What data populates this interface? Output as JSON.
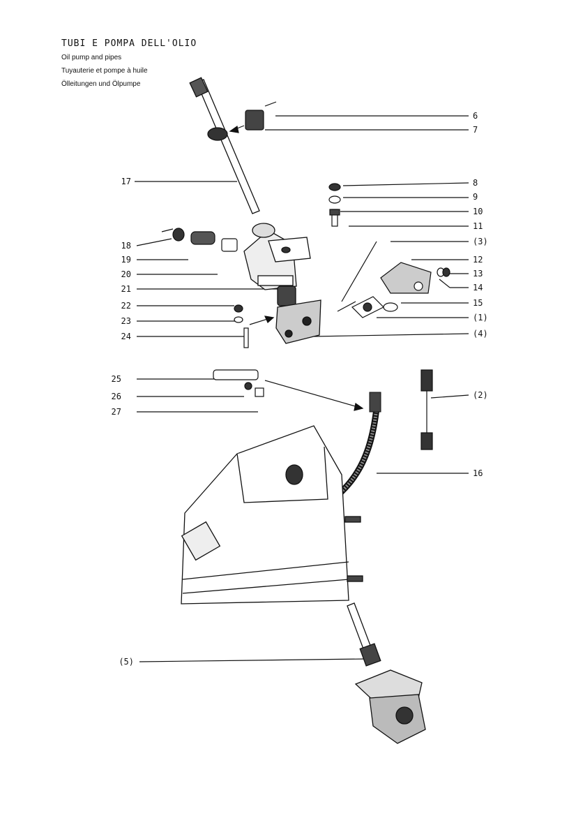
{
  "header": {
    "title_it": "TUBI E POMPA DELL'OLIO",
    "title_en": "Oil pump and pipes",
    "title_fr": "Tuyauterie et pompe à huile",
    "title_de": "Ölleitungen und Ölpumpe"
  },
  "labels": {
    "l6": "6",
    "l7": "7",
    "l8": "8",
    "l9": "9",
    "l10": "10",
    "l11": "11",
    "l3": "(3)",
    "l12": "12",
    "l13": "13",
    "l14": "14",
    "l15": "15",
    "l1": "(1)",
    "l4": "(4)",
    "l2": "(2)",
    "l16": "16",
    "l17": "17",
    "l18": "18",
    "l19": "19",
    "l20": "20",
    "l21": "21",
    "l22": "22",
    "l23": "23",
    "l24": "24",
    "l25": "25",
    "l26": "26",
    "l27": "27",
    "l5": "(5)"
  }
}
